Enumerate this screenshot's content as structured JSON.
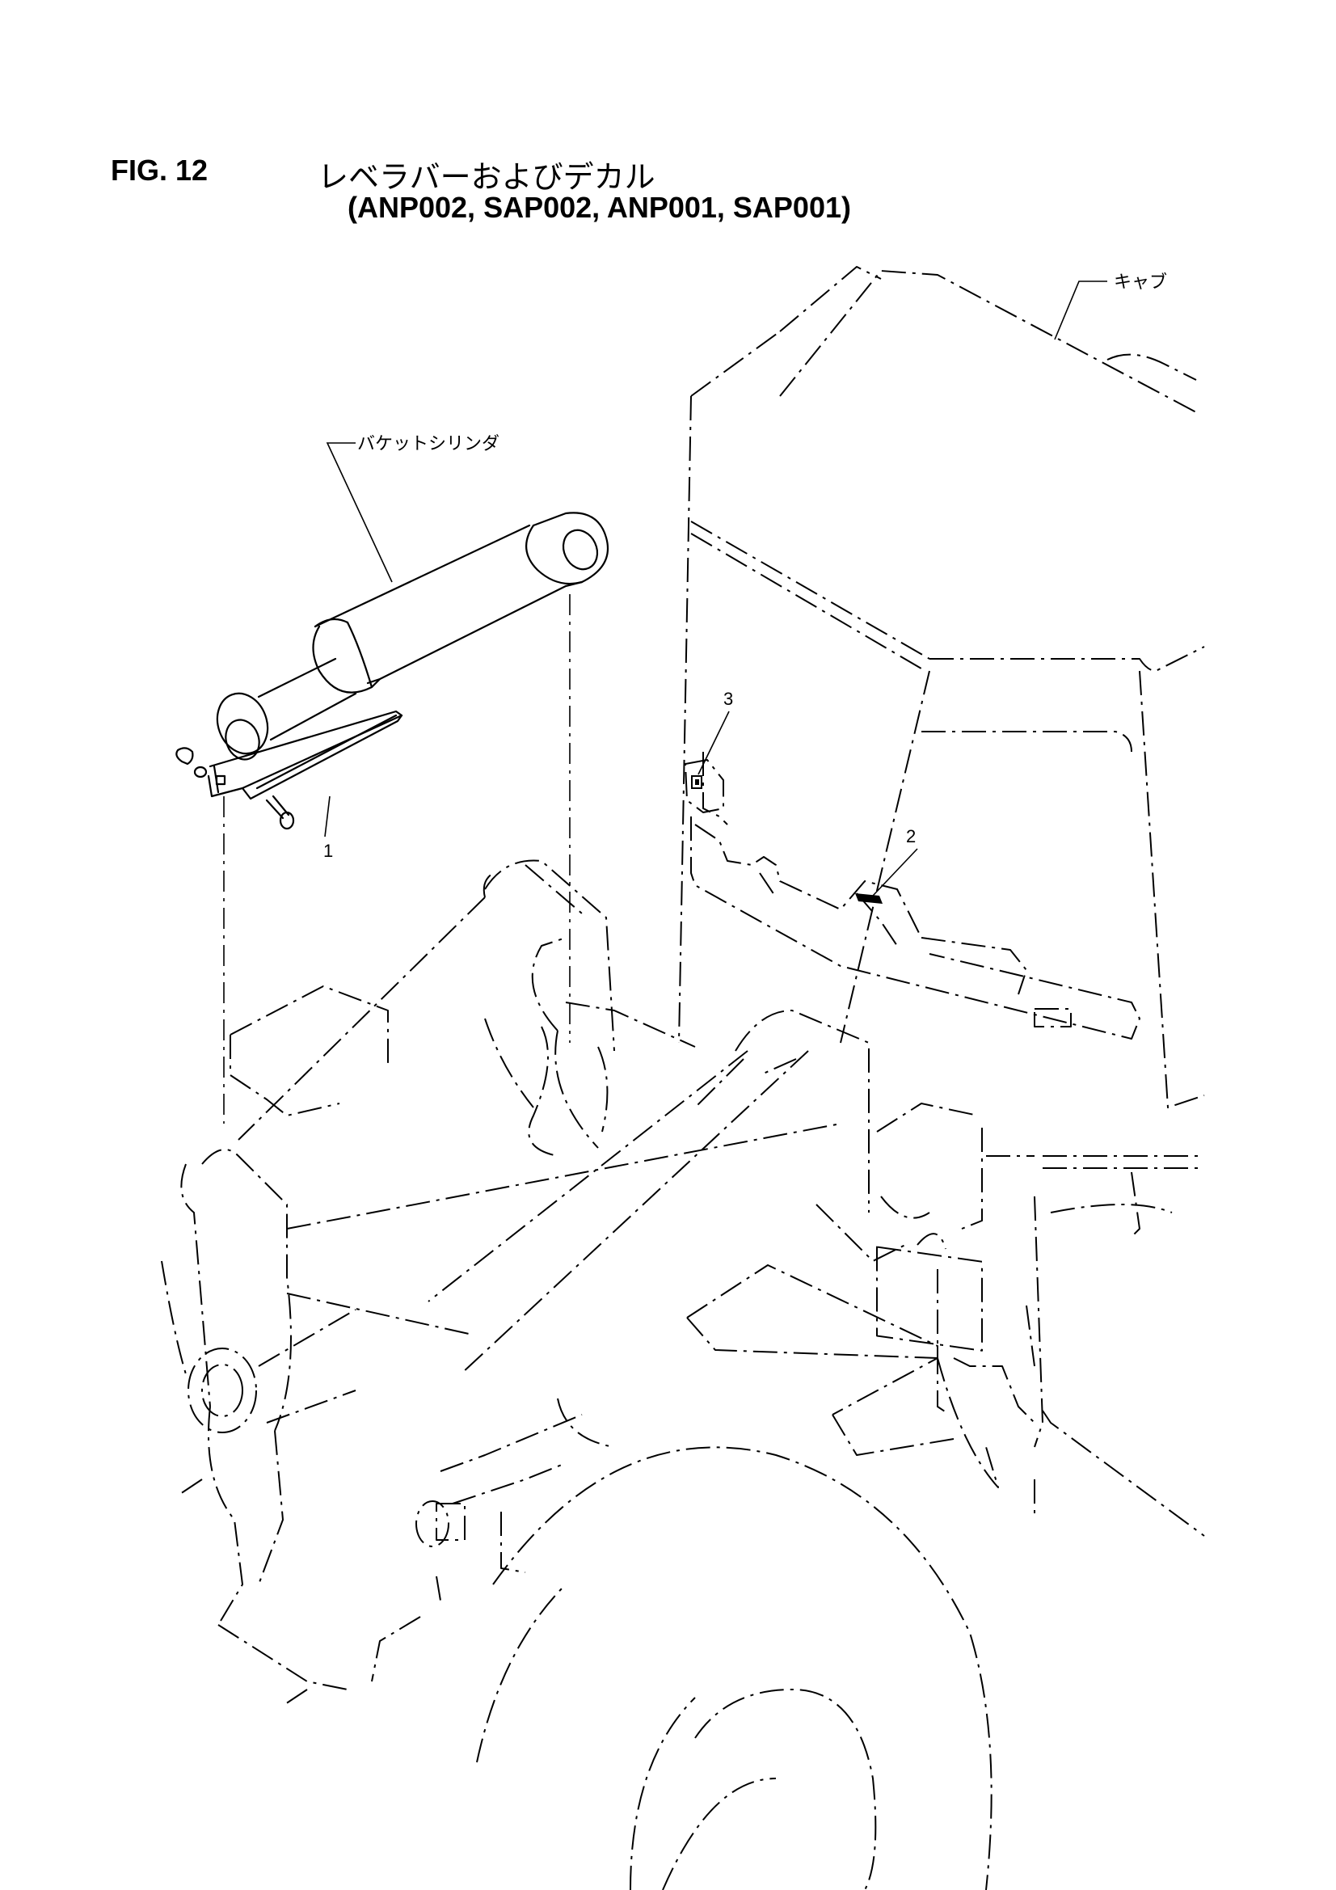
{
  "header": {
    "fig_number": "FIG. 12",
    "title_jp": "レベラバーおよびデカル",
    "models": "(ANP002, SAP002, ANP001, SAP001)"
  },
  "labels": {
    "cab": "キャブ",
    "bucket_cylinder": "バケットシリンダ"
  },
  "callouts": [
    {
      "id": "1"
    },
    {
      "id": "2"
    },
    {
      "id": "3"
    }
  ]
}
